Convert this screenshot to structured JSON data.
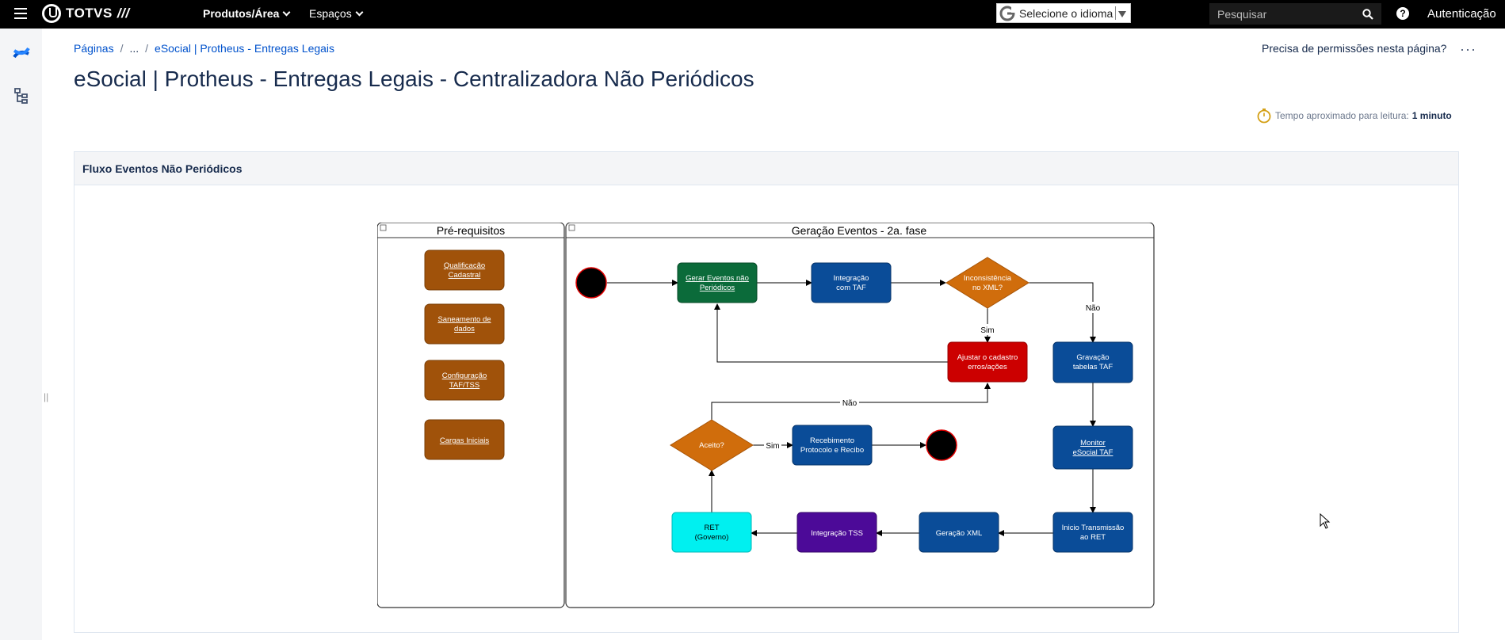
{
  "topbar": {
    "brand": "TOTVS",
    "brand_slashes": "///",
    "nav": [
      {
        "label": "Produtos/Área"
      },
      {
        "label": "Espaços"
      }
    ],
    "language_select": "Selecione o idioma",
    "search_placeholder": "Pesquisar",
    "auth_label": "Autenticação"
  },
  "breadcrumb": {
    "root": "Páginas",
    "ellipsis": "...",
    "parent": "eSocial | Protheus - Entregas Legais"
  },
  "permission_link": "Precisa de permissões nesta página?",
  "more_actions": "···",
  "page_title": "eSocial | Protheus - Entregas Legais - Centralizadora Não Periódicos",
  "reading_time": {
    "label": "Tempo aproximado para leitura:",
    "value": "1 minuto"
  },
  "panel": {
    "title": "Fluxo Eventos Não Periódicos"
  },
  "diagram": {
    "lane_prereq": "Pré-requisitos",
    "lane_main": "Geração Eventos - 2a. fase",
    "prereq_items": [
      {
        "line1": "Qualificação",
        "line2": "Cadastral"
      },
      {
        "line1": "Saneamento de",
        "line2": "dados"
      },
      {
        "line1": "Configuração",
        "line2": "TAF/TSS"
      },
      {
        "line1": "Cargas Iniciais",
        "line2": ""
      }
    ],
    "nodes": {
      "gerar": {
        "line1": "Gerar Eventos não",
        "line2": "Periódicos"
      },
      "integracao_taf": {
        "line1": "Integração",
        "line2": "com TAF"
      },
      "inconsistencia": {
        "line1": "Inconsistência",
        "line2": "no XML?"
      },
      "ajustar": {
        "line1": "Ajustar o cadastro",
        "line2": "erros/ações"
      },
      "gravacao": {
        "line1": "Gravação",
        "line2": "tabelas TAF"
      },
      "monitor": {
        "line1": "Monitor",
        "line2": "eSocial TAF"
      },
      "inicio": {
        "line1": "Inicio Transmissão",
        "line2": "ao RET"
      },
      "geracao_xml": {
        "line1": "Geração XML"
      },
      "integracao_tss": {
        "line1": "Integração TSS"
      },
      "ret": {
        "line1": "RET",
        "line2": "(Governo)"
      },
      "aceito": {
        "line1": "Aceito?"
      },
      "recebimento": {
        "line1": "Recebimento",
        "line2": "Protocolo e Recibo"
      }
    },
    "edge_labels": {
      "sim1": "Sim",
      "nao1": "Não",
      "nao2": "Não",
      "sim2": "Sim"
    },
    "colors": {
      "prereq": "#a0520a",
      "green": "#0b6b3a",
      "blue": "#0a4c98",
      "orange": "#d06d0c",
      "red": "#cc0000",
      "purple": "#4c0a98",
      "cyan": "#00f0f0"
    }
  }
}
